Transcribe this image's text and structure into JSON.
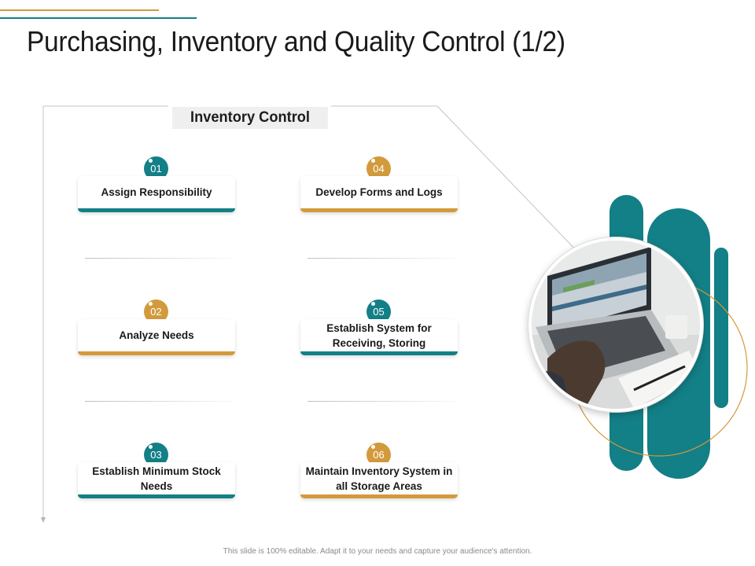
{
  "title": "Purchasing, Inventory and Quality Control (1/2)",
  "section_label": "Inventory Control",
  "colors": {
    "teal": "#137f86",
    "gold": "#d39a3c"
  },
  "steps": [
    {
      "number": "01",
      "label": "Assign Responsibility",
      "color": "teal"
    },
    {
      "number": "02",
      "label": "Analyze Needs",
      "color": "gold"
    },
    {
      "number": "03",
      "label": "Establish Minimum Stock Needs",
      "color": "teal"
    },
    {
      "number": "04",
      "label": "Develop Forms and Logs",
      "color": "gold"
    },
    {
      "number": "05",
      "label": "Establish System for Receiving,  Storing",
      "color": "teal"
    },
    {
      "number": "06",
      "label": "Maintain Inventory System in all Storage Areas",
      "color": "gold"
    }
  ],
  "image": {
    "icon": "laptop-typing-photo"
  },
  "footer": "This slide is 100% editable. Adapt it to your needs and capture your audience's attention."
}
